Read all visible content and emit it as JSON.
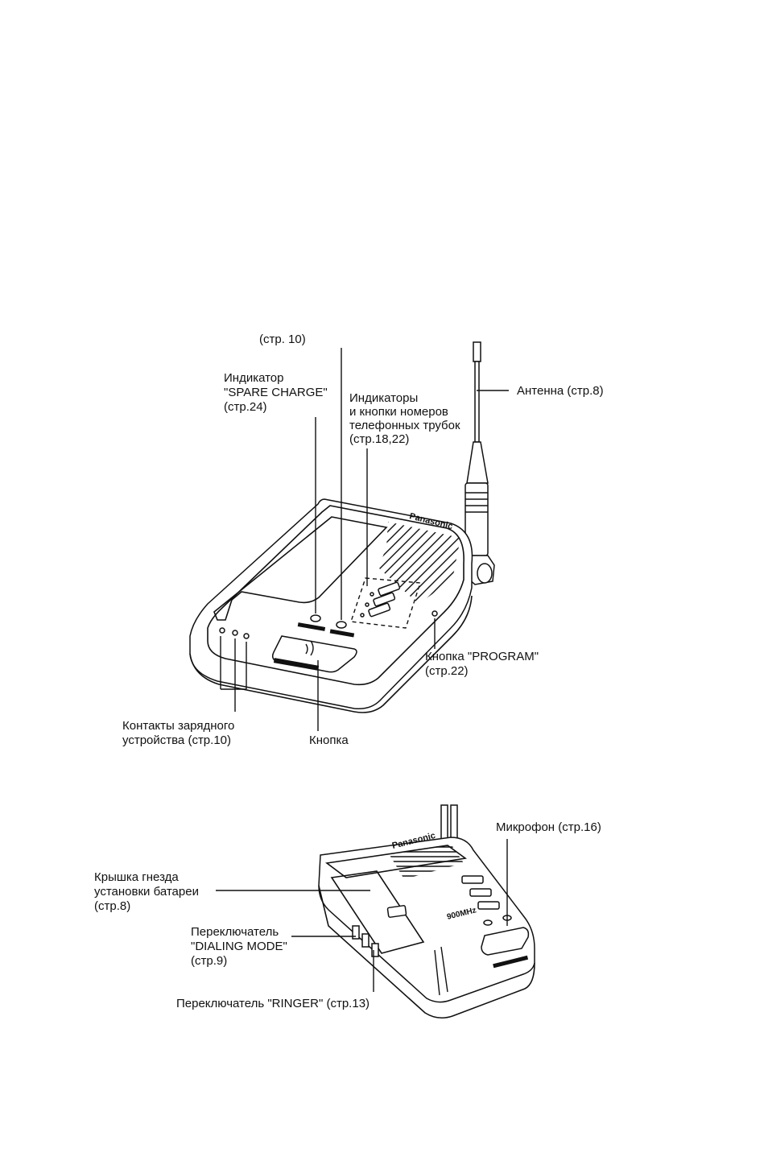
{
  "top_diagram": {
    "brand": "Panasonic",
    "callouts": {
      "ref_page10_top": "(стр. 10)",
      "spare_charge": [
        "Индикатор",
        "\"SPARE CHARGE\"",
        "(стр.24)"
      ],
      "handset_indicators": [
        "Индикаторы",
        "и кнопки номеров",
        "телефонных трубок",
        "(стр.18,22)"
      ],
      "antenna": "Антенна (стр.8)",
      "program_button": [
        "Кнопка \"PROGRAM\"",
        "(стр.22)"
      ],
      "charger_contacts": [
        "Контакты зарядного",
        "устройства (стр.10)"
      ],
      "button": "Кнопка"
    }
  },
  "bottom_diagram": {
    "brand": "Panasonic",
    "band_label": "900MHz",
    "callouts": {
      "microphone": "Микрофон (стр.16)",
      "battery_cover": [
        "Крышка гнезда",
        "установки батареи",
        "(стр.8)"
      ],
      "dialing_mode": [
        "Переключатель",
        "\"DIALING MODE\"",
        "(стр.9)"
      ],
      "ringer": "Переключатель \"RINGER\" (стр.13)"
    }
  }
}
